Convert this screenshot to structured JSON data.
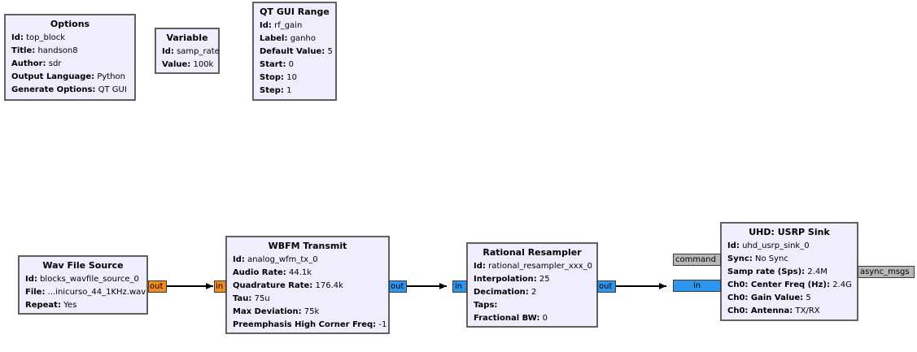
{
  "blocks": {
    "options": {
      "title": "Options",
      "params": [
        {
          "key": "Id:",
          "value": "top_block"
        },
        {
          "key": "Title:",
          "value": "handson8"
        },
        {
          "key": "Author:",
          "value": "sdr"
        },
        {
          "key": "Output Language:",
          "value": "Python"
        },
        {
          "key": "Generate Options:",
          "value": "QT GUI"
        }
      ]
    },
    "variable": {
      "title": "Variable",
      "params": [
        {
          "key": "Id:",
          "value": "samp_rate"
        },
        {
          "key": "Value:",
          "value": "100k"
        }
      ]
    },
    "qt_gui_range": {
      "title": "QT GUI Range",
      "params": [
        {
          "key": "Id:",
          "value": "rf_gain"
        },
        {
          "key": "Label:",
          "value": "ganho"
        },
        {
          "key": "Default Value:",
          "value": "5"
        },
        {
          "key": "Start:",
          "value": "0"
        },
        {
          "key": "Stop:",
          "value": "10"
        },
        {
          "key": "Step:",
          "value": "1"
        }
      ]
    },
    "wav_file_source": {
      "title": "Wav File Source",
      "params": [
        {
          "key": "Id:",
          "value": "blocks_wavfile_source_0"
        },
        {
          "key": "File:",
          "value": "...inicurso_44_1KHz.wav"
        },
        {
          "key": "Repeat:",
          "value": "Yes"
        }
      ],
      "out_port": "out"
    },
    "wbfm_transmit": {
      "title": "WBFM Transmit",
      "params": [
        {
          "key": "Id:",
          "value": "analog_wfm_tx_0"
        },
        {
          "key": "Audio Rate:",
          "value": "44.1k"
        },
        {
          "key": "Quadrature Rate:",
          "value": "176.4k"
        },
        {
          "key": "Tau:",
          "value": "75u"
        },
        {
          "key": "Max Deviation:",
          "value": "75k"
        },
        {
          "key": "Preemphasis High Corner Freq:",
          "value": "-1"
        }
      ],
      "in_port": "in",
      "out_port": "out"
    },
    "rational_resampler": {
      "title": "Rational Resampler",
      "params": [
        {
          "key": "Id:",
          "value": "rational_resampler_xxx_0"
        },
        {
          "key": "Interpolation:",
          "value": "25"
        },
        {
          "key": "Decimation:",
          "value": "2"
        },
        {
          "key": "Taps:",
          "value": ""
        },
        {
          "key": "Fractional BW:",
          "value": "0"
        }
      ],
      "in_port": "in",
      "out_port": "out"
    },
    "uhd_usrp_sink": {
      "title": "UHD: USRP Sink",
      "params": [
        {
          "key": "Id:",
          "value": "uhd_usrp_sink_0"
        },
        {
          "key": "Sync:",
          "value": "No Sync"
        },
        {
          "key": "Samp rate (Sps):",
          "value": "2.4M"
        },
        {
          "key": "Ch0: Center Freq (Hz):",
          "value": "2.4G"
        },
        {
          "key": "Ch0: Gain Value:",
          "value": "5"
        },
        {
          "key": "Ch0: Antenna:",
          "value": "TX/RX"
        }
      ],
      "in_port": "in",
      "command_port": "command",
      "async_port": "async_msgs"
    }
  },
  "colors": {
    "block_fill": "#f0eefc",
    "block_border": "#606060",
    "port_orange": "#f28c1f",
    "port_blue": "#2e96ee",
    "port_gray": "#b8b8b8",
    "wire": "#000000"
  }
}
